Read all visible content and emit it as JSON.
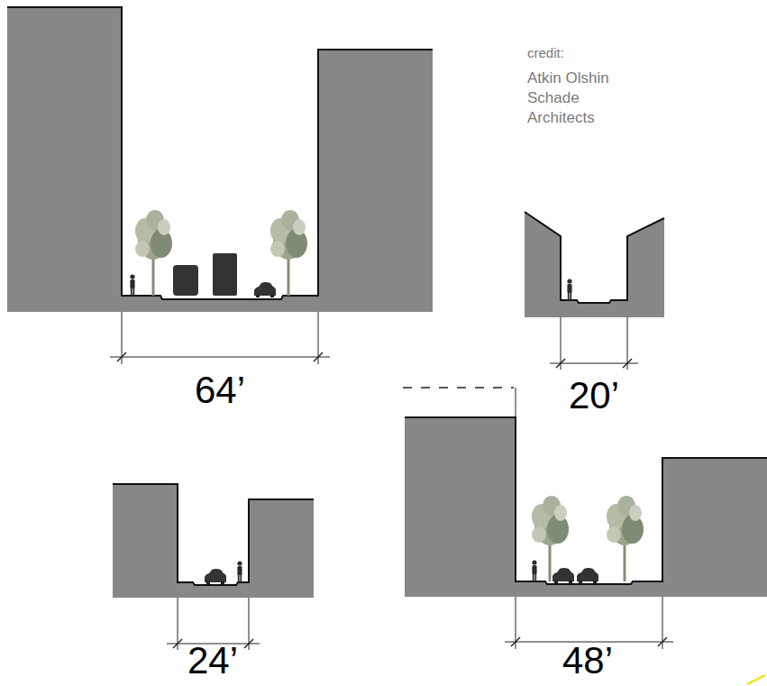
{
  "diagram": {
    "labels": [
      "credit:",
      "Atkin Olshin Schade Architects",
      "64’",
      "20’",
      "24’",
      "48’"
    ]
  }
}
